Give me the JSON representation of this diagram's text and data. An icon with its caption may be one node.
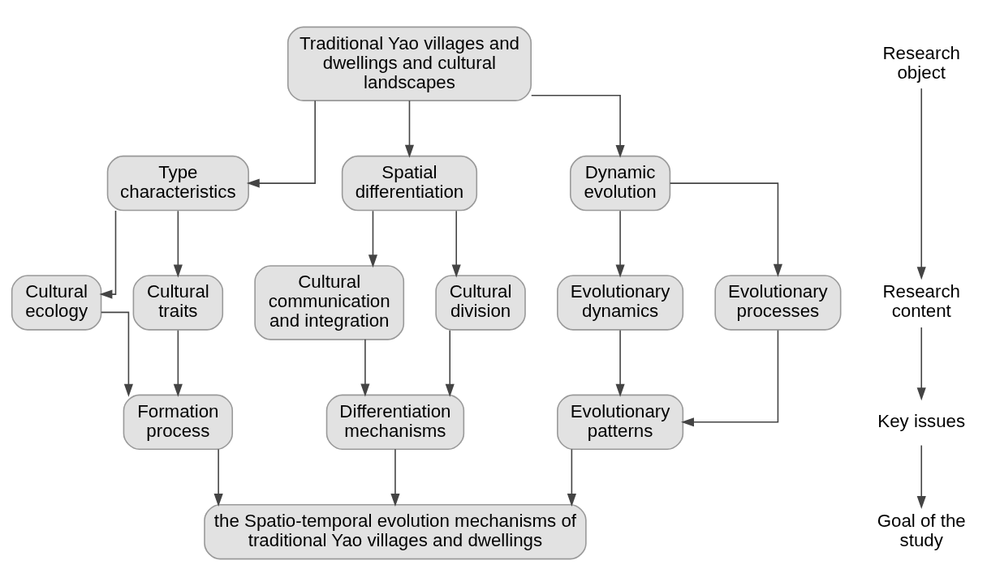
{
  "diagram": {
    "nodes": [
      {
        "text": [
          "Traditional Yao villages and dwellings and cultural landscapes"
        ]
      },
      {
        "text": [
          "Type characteristics"
        ]
      },
      {
        "text": [
          "Spatial differentiation"
        ]
      },
      {
        "text": [
          "Dynamic evolution"
        ]
      },
      {
        "text": [
          "Cultural ecology"
        ]
      },
      {
        "text": [
          "Cultural traits"
        ]
      },
      {
        "text": [
          "Cultural communication and integration"
        ]
      },
      {
        "text": [
          "Cultural division"
        ]
      },
      {
        "text": [
          "Evolutionary dynamics"
        ]
      },
      {
        "text": [
          "Evolutionary processes"
        ]
      },
      {
        "text": [
          "Formation process"
        ]
      },
      {
        "text": [
          "Differentiation mechanisms"
        ]
      },
      {
        "text": [
          "Evolutionary patterns"
        ]
      },
      {
        "text": [
          "the Spatio-temporal evolution mechanisms of traditional Yao villages and dwellings"
        ]
      },
      {
        "text": [
          "Research object"
        ]
      },
      {
        "text": [
          "Research content"
        ]
      },
      {
        "text": [
          "Key issues"
        ]
      },
      {
        "text": [
          "Goal of the study"
        ]
      }
    ],
    "edges": [
      {
        "from": 0,
        "to": 1,
        "arrow": "to"
      },
      {
        "from": 0,
        "to": 2,
        "arrow": "to"
      },
      {
        "from": 0,
        "to": 3,
        "arrow": "to"
      },
      {
        "from": 1,
        "to": 4,
        "arrow": "to"
      },
      {
        "from": 1,
        "to": 5,
        "arrow": "to"
      },
      {
        "from": 2,
        "to": 6,
        "arrow": "to"
      },
      {
        "from": 2,
        "to": 7,
        "arrow": "to"
      },
      {
        "from": 3,
        "to": 8,
        "arrow": "to"
      },
      {
        "from": 3,
        "to": 9,
        "arrow": "to"
      },
      {
        "from": 4,
        "to": 10,
        "arrow": "to"
      },
      {
        "from": 5,
        "to": 10,
        "arrow": "to"
      },
      {
        "from": 6,
        "to": 11,
        "arrow": "to"
      },
      {
        "from": 7,
        "to": 11,
        "arrow": "to"
      },
      {
        "from": 8,
        "to": 12,
        "arrow": "to"
      },
      {
        "from": 9,
        "to": 12,
        "arrow": "to"
      },
      {
        "from": 10,
        "to": 13,
        "arrow": "to"
      },
      {
        "from": 11,
        "to": 13,
        "arrow": "to"
      },
      {
        "from": 12,
        "to": 13,
        "arrow": "to"
      },
      {
        "from": 14,
        "to": 15,
        "arrow": "to"
      },
      {
        "from": 15,
        "to": 16,
        "arrow": "to"
      },
      {
        "from": 16,
        "to": 17,
        "arrow": "to"
      }
    ]
  }
}
